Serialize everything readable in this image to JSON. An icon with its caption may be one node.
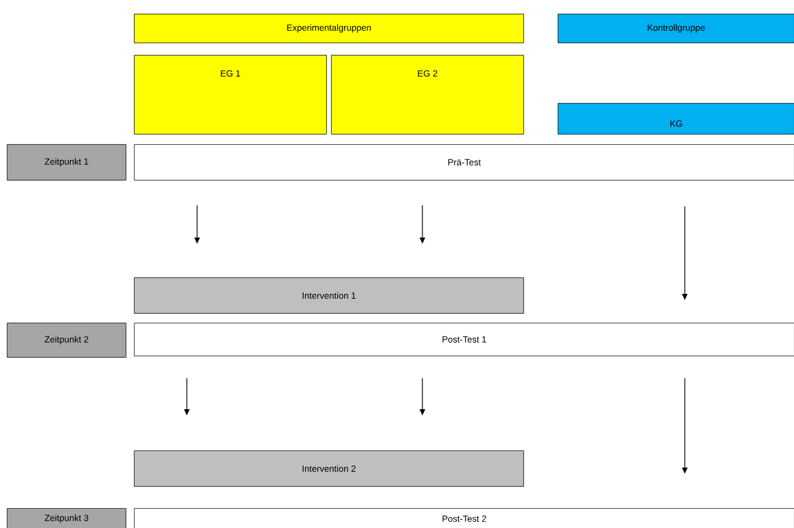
{
  "diagram": {
    "nodes": [
      {
        "text": [
          "Experimentalgruppen"
        ]
      },
      {
        "text": [
          "Kontrollgruppe"
        ]
      },
      {
        "text": [
          "EG 1"
        ]
      },
      {
        "text": [
          "EG 2"
        ]
      },
      {
        "text": [
          "KG"
        ]
      },
      {
        "text": [
          "Zeitpunkt 1"
        ]
      },
      {
        "text": [
          "Prä-Test"
        ]
      },
      {
        "text": [
          "Intervention 1"
        ]
      },
      {
        "text": [
          "Zeitpunkt 2"
        ]
      },
      {
        "text": [
          "Post-Test 1"
        ]
      },
      {
        "text": [
          "Intervention 2"
        ]
      },
      {
        "text": [
          "Zeitpunkt 3"
        ]
      },
      {
        "text": [
          "Post-Test 2"
        ]
      }
    ],
    "edges": [
      {
        "from": 6,
        "to": 7,
        "arrow": "to"
      },
      {
        "from": 6,
        "to": 7,
        "arrow": "to"
      },
      {
        "from": 6,
        "to": 9,
        "arrow": "to"
      },
      {
        "from": 9,
        "to": 10,
        "arrow": "to"
      },
      {
        "from": 9,
        "to": 10,
        "arrow": "to"
      },
      {
        "from": 9,
        "to": 12,
        "arrow": "to"
      }
    ]
  }
}
